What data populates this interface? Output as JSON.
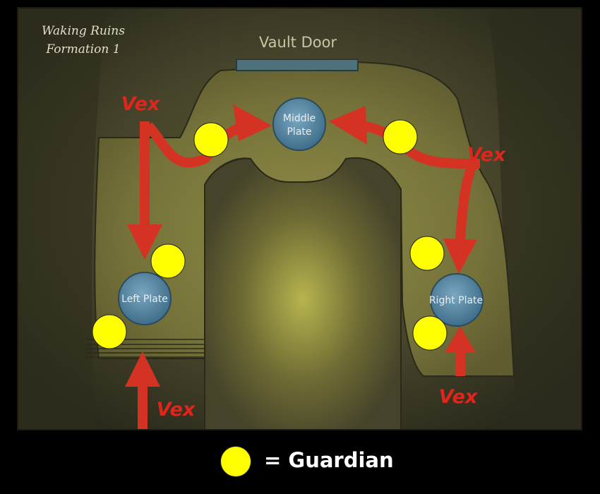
{
  "map": {
    "title_line1": "Waking Ruins",
    "title_line2": "Formation 1",
    "vault_label": "Vault Door",
    "plates": {
      "left": "Left Plate",
      "middle_line1": "Middle",
      "middle_line2": "Plate",
      "right": "Right Plate"
    },
    "enemy_label": "Vex",
    "guardian_count": 6
  },
  "legend": {
    "label": "= Guardian"
  },
  "colors": {
    "floor": "#6f6c34",
    "background": "#3c3a22",
    "arrow": "#d43222",
    "enemy_text": "#e0261c",
    "guardian": "#ffff00",
    "plate": "#5d8aa4"
  }
}
